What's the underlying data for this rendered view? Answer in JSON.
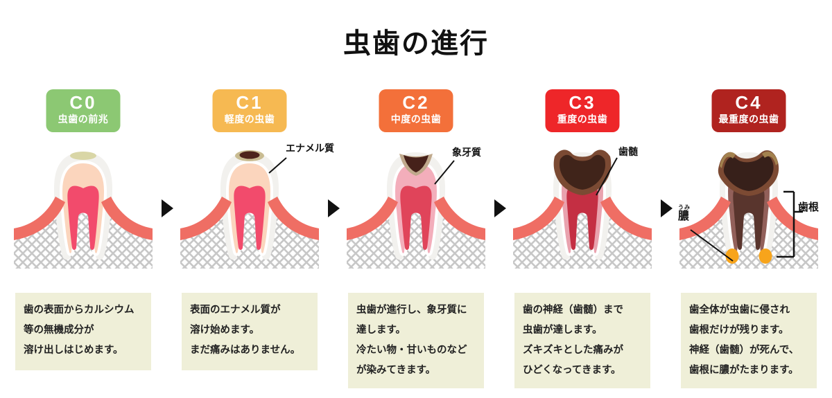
{
  "title": "虫歯の進行",
  "stages": [
    {
      "code": "C0",
      "name": "虫歯の前兆",
      "color": "#8CC873",
      "description": "歯の表面からカルシウム\n等の無機成分が\n溶け出しはじめます。"
    },
    {
      "code": "C1",
      "name": "軽度の虫歯",
      "color": "#F6B952",
      "annotation": "エナメル質",
      "description": "表面のエナメル質が\n溶け始めます。\nまだ痛みはありません。"
    },
    {
      "code": "C2",
      "name": "中度の虫歯",
      "color": "#F3703A",
      "annotation": "象牙質",
      "description": "虫歯が進行し、象牙質に\n達します。\n冷たい物・甘いものなど\nが染みてきます。"
    },
    {
      "code": "C3",
      "name": "重度の虫歯",
      "color": "#EE2629",
      "annotation": "歯髄",
      "description": "歯の神経（歯髄）まで\n虫歯が達します。\nズキズキとした痛みが\nひどくなってきます。"
    },
    {
      "code": "C4",
      "name": "最重度の虫歯",
      "color": "#B0231F",
      "annotation_pus": "膿",
      "annotation_pus_furigana": "うみ",
      "annotation_root": "歯根",
      "description": "歯全体が虫歯に侵され\n歯根だけが残ります。\n神経（歯髄）が死んで、\n歯根に膿がたまります。"
    }
  ],
  "colors": {
    "description_box": "#EFEFD8"
  }
}
